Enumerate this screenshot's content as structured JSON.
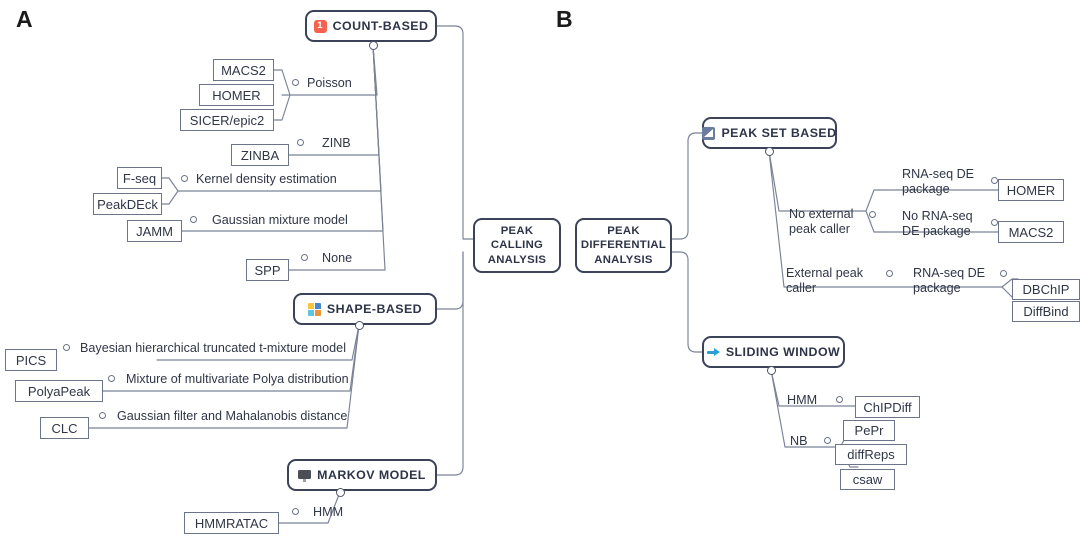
{
  "figure": {
    "panels": [
      {
        "id": "A",
        "letter": "A",
        "title": "PEAK CALLING ANALYSIS"
      },
      {
        "id": "B",
        "letter": "B",
        "title": "PEAK DIFFERENTIAL ANALYSIS"
      }
    ]
  },
  "colors": {
    "node_border": "#3c4257",
    "leaf_border": "#6b7488",
    "text": "#2f3646",
    "wire": "#7b8296",
    "count_icon_bg": "#f4614e",
    "shape_icon_a": "#f5c43a",
    "shape_icon_b": "#4a86c8",
    "shape_icon_c": "#62c3df",
    "shape_icon_d": "#e8963c",
    "markov_icon_bg": "#4a4f55",
    "peakset_icon_bg": "#6b7d9e",
    "sliding_icon_color": "#2e9fd6"
  },
  "hubs": {
    "peak_calling": "PEAK\nCALLING\nANALYSIS",
    "peak_calling_lines": [
      "PEAK",
      "CALLING",
      "ANALYSIS"
    ],
    "peak_differential_lines": [
      "PEAK",
      "DIFFERENTIAL",
      "ANALYSIS"
    ]
  },
  "panelA": {
    "letter": "A",
    "categories": [
      {
        "name": "COUNT-BASED",
        "icon": "count-badge-icon",
        "icon_text": "1",
        "methods": [
          {
            "label": "Poisson",
            "tools": [
              "MACS2",
              "HOMER",
              "SICER/epic2"
            ]
          },
          {
            "label": "ZINB",
            "tools": [
              "ZINBA"
            ]
          },
          {
            "label": "Kernel density estimation",
            "tools": [
              "F-seq",
              "PeakDEck"
            ]
          },
          {
            "label": "Gaussian mixture model",
            "tools": [
              "JAMM"
            ]
          },
          {
            "label": "None",
            "tools": [
              "SPP"
            ]
          }
        ]
      },
      {
        "name": "SHAPE-BASED",
        "icon": "puzzle-squares-icon",
        "methods": [
          {
            "label": "Bayesian hierarchical truncated t-mixture model",
            "tools": [
              "PICS"
            ]
          },
          {
            "label": "Mixture of multivariate Polya distribution",
            "tools": [
              "PolyaPeak"
            ]
          },
          {
            "label": "Gaussian filter and Mahalanobis distance",
            "tools": [
              "CLC"
            ]
          }
        ]
      },
      {
        "name": "MARKOV MODEL",
        "icon": "monitor-icon",
        "methods": [
          {
            "label": "HMM",
            "tools": [
              "HMMRATAC"
            ]
          }
        ]
      }
    ]
  },
  "panelB": {
    "letter": "B",
    "categories": [
      {
        "name": "PEAK SET BASED",
        "icon": "chart-square-icon",
        "branches": [
          {
            "label": "No external peak caller",
            "sub": [
              {
                "label": "RNA-seq DE package",
                "tools": [
                  "HOMER"
                ]
              },
              {
                "label": "No RNA-seq DE package",
                "tools": [
                  "MACS2"
                ]
              }
            ]
          },
          {
            "label": "External peak caller",
            "sub": [
              {
                "label": "RNA-seq DE package",
                "tools": [
                  "DBChIP",
                  "DiffBind"
                ]
              }
            ]
          }
        ]
      },
      {
        "name": "SLIDING WINDOW",
        "icon": "arrow-right-icon",
        "branches": [
          {
            "label": "HMM",
            "tools": [
              "ChIPDiff"
            ]
          },
          {
            "label": "NB",
            "tools": [
              "PePr",
              "diffReps",
              "csaw"
            ]
          }
        ]
      }
    ]
  },
  "labels": {
    "poisson": "Poisson",
    "zinb": "ZINB",
    "kde": "Kernel density estimation",
    "gmm": "Gaussian mixture model",
    "none": "None",
    "bayes": "Bayesian hierarchical truncated t-mixture model",
    "polya": "Mixture of multivariate Polya distribution",
    "mahalanobis": "Gaussian filter and Mahalanobis distance",
    "hmm_a": "HMM",
    "no_external_l1": "No external",
    "no_external_l2": "peak caller",
    "external_l1": "External peak",
    "external_l2": "caller",
    "rnaseq_de_l1": "RNA-seq DE",
    "rnaseq_de_l2": "package",
    "no_rnaseq_de_l1": "No RNA-seq",
    "no_rnaseq_de_l2": "DE package",
    "rnaseq_de2_l1": "RNA-seq DE",
    "rnaseq_de2_l2": "package",
    "hmm_b": "HMM",
    "nb": "NB"
  },
  "tools": {
    "macs2": "MACS2",
    "homer": "HOMER",
    "sicer": "SICER/epic2",
    "zinba": "ZINBA",
    "fseq": "F-seq",
    "peakdeck": "PeakDEck",
    "jamm": "JAMM",
    "spp": "SPP",
    "pics": "PICS",
    "polyapeak": "PolyaPeak",
    "clc": "CLC",
    "hmmratac": "HMMRATAC",
    "homer_b": "HOMER",
    "macs2_b": "MACS2",
    "dbchip": "DBChIP",
    "diffbind": "DiffBind",
    "chipdiff": "ChIPDiff",
    "pepr": "PePr",
    "diffreps": "diffReps",
    "csaw": "csaw"
  },
  "topics": {
    "count_based": "COUNT-BASED",
    "count_badge": "1",
    "shape_based": "SHAPE-BASED",
    "markov_model": "MARKOV MODEL",
    "peak_set_based": "PEAK SET BASED",
    "sliding_window": "SLIDING WINDOW"
  }
}
